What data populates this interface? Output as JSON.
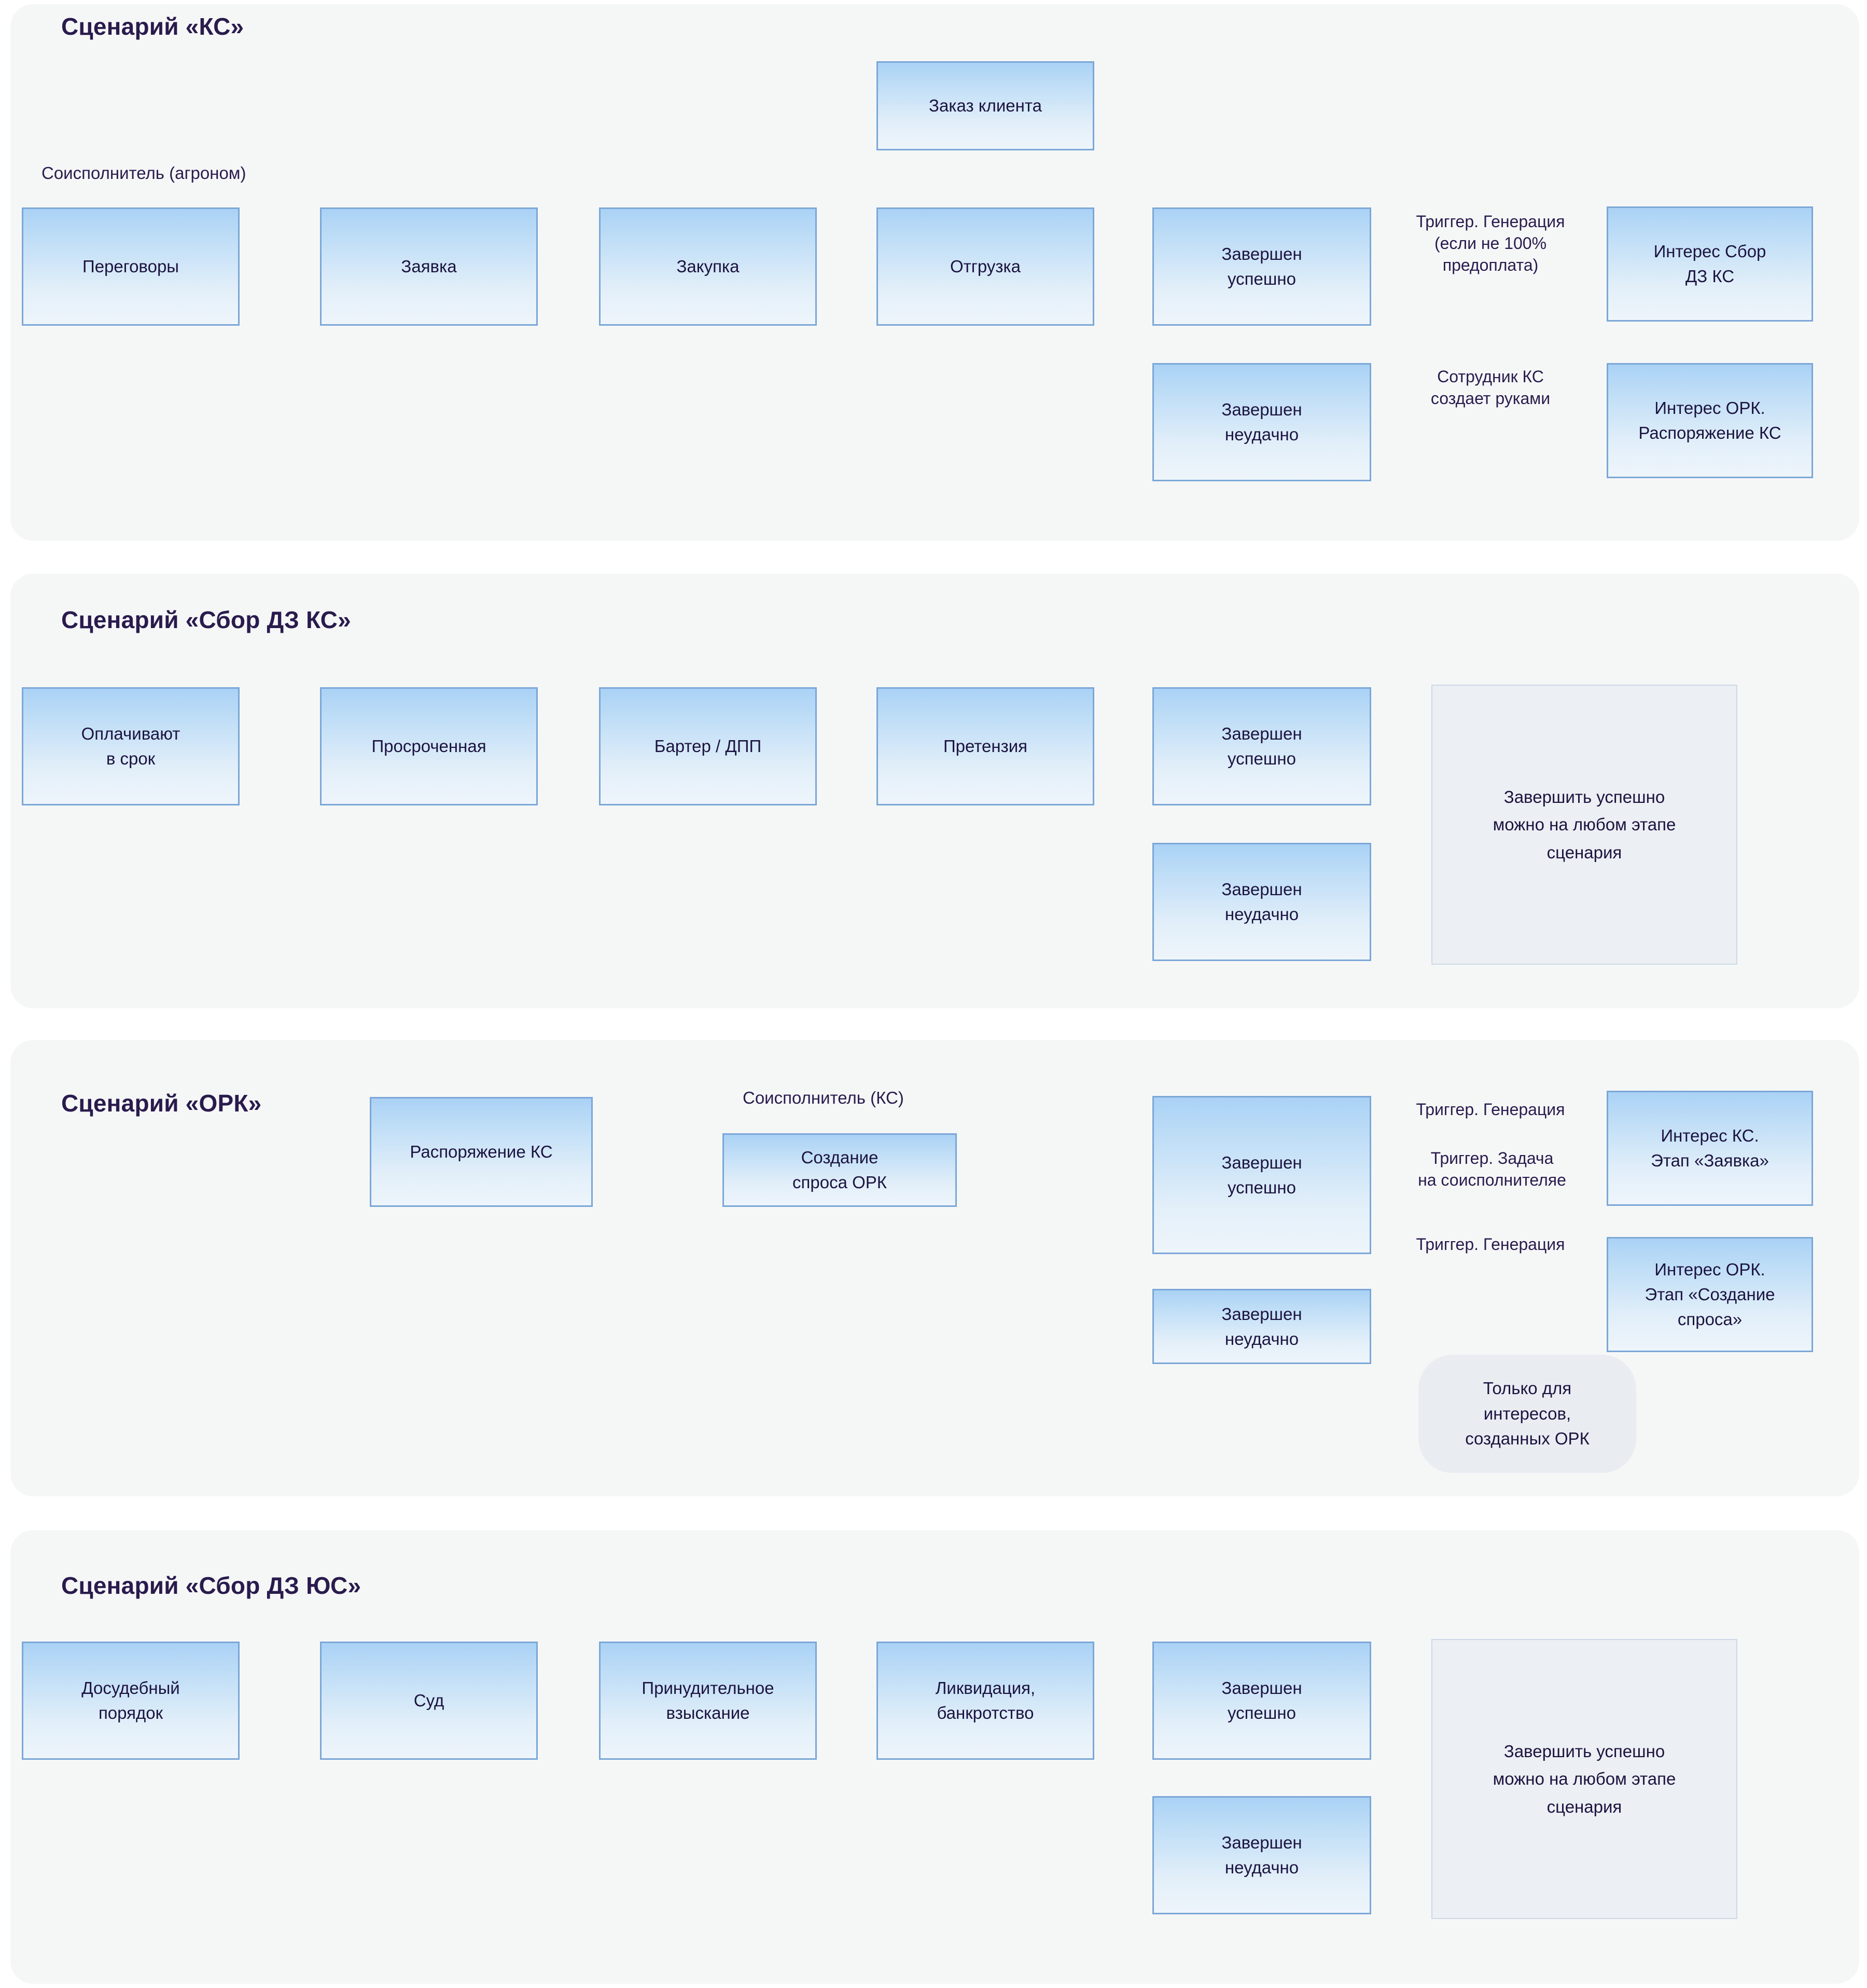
{
  "sections": [
    {
      "id": "ks",
      "title": "Сценарий «КС»",
      "lane_label": "Соисполнитель (агроном)",
      "nodes": {
        "order": "Заказ клиента",
        "n1": "Переговоры",
        "n2": "Заявка",
        "n3": "Закупка",
        "n4": "Отгрузка",
        "ok": "Завершен\nуспешно",
        "fail": "Завершен\nнеудачно",
        "out_ok": "Интерес Сбор\nДЗ КС",
        "out_fail": "Интерес ОРК.\nРаспоряжение КС"
      },
      "edge_labels": {
        "to_out_ok": "Триггер. Генерация\n(если не 100%\nпредоплата)",
        "to_out_fail": "Сотрудник КС\nсоздает руками"
      }
    },
    {
      "id": "sbor-dz-ks",
      "title": "Сценарий «Сбор ДЗ КС»",
      "nodes": {
        "n1": "Оплачивают\nв срок",
        "n2": "Просроченная",
        "n3": "Бартер / ДПП",
        "n4": "Претензия",
        "ok": "Завершен\nуспешно",
        "fail": "Завершен\nнеудачно",
        "note": "Завершить успешно\nможно на любом этапе\nсценария"
      }
    },
    {
      "id": "ork",
      "title": "Сценарий «ОРК»",
      "lane_label": "Соисполнитель (КС)",
      "nodes": {
        "n1": "Распоряжение КС",
        "n2": "Создание\nспроса ОРК",
        "ok": "Завершен\nуспешно",
        "fail": "Завершен\nнеудачно",
        "out_top": "Интерес КС.\nЭтап «Заявка»",
        "out_bottom": "Интерес ОРК.\nЭтап «Создание\nспроса»",
        "pill": "Только для\nинтересов,\nсозданных ОРК"
      },
      "edge_labels": {
        "trigger_generation_1": "Триггер. Генерация",
        "trigger_task": "Триггер. Задача\nна соисполнителяе",
        "trigger_generation_2": "Триггер. Генерация"
      }
    },
    {
      "id": "sbor-dz-yus",
      "title": "Сценарий «Сбор ДЗ ЮС»",
      "nodes": {
        "n1": "Досудебный\nпорядок",
        "n2": "Суд",
        "n3": "Принудительное\nвзыскание",
        "n4": "Ликвидация,\nбанкротство",
        "ok": "Завершен\nуспешно",
        "fail": "Завершен\nнеудачно",
        "note": "Завершить успешно\nможно на любом этапе\nсценария"
      }
    }
  ],
  "colors": {
    "card_bg": "#f5f7f7",
    "node_border": "#7ba7d7",
    "node_fill_top": "#aad2f5",
    "node_fill_bottom": "#eef5fb",
    "arrow": "#5b52a3",
    "text": "#1c1340",
    "title": "#2a1b4d",
    "note_bg": "#eceff3",
    "pill_bg": "#e9edf2"
  }
}
